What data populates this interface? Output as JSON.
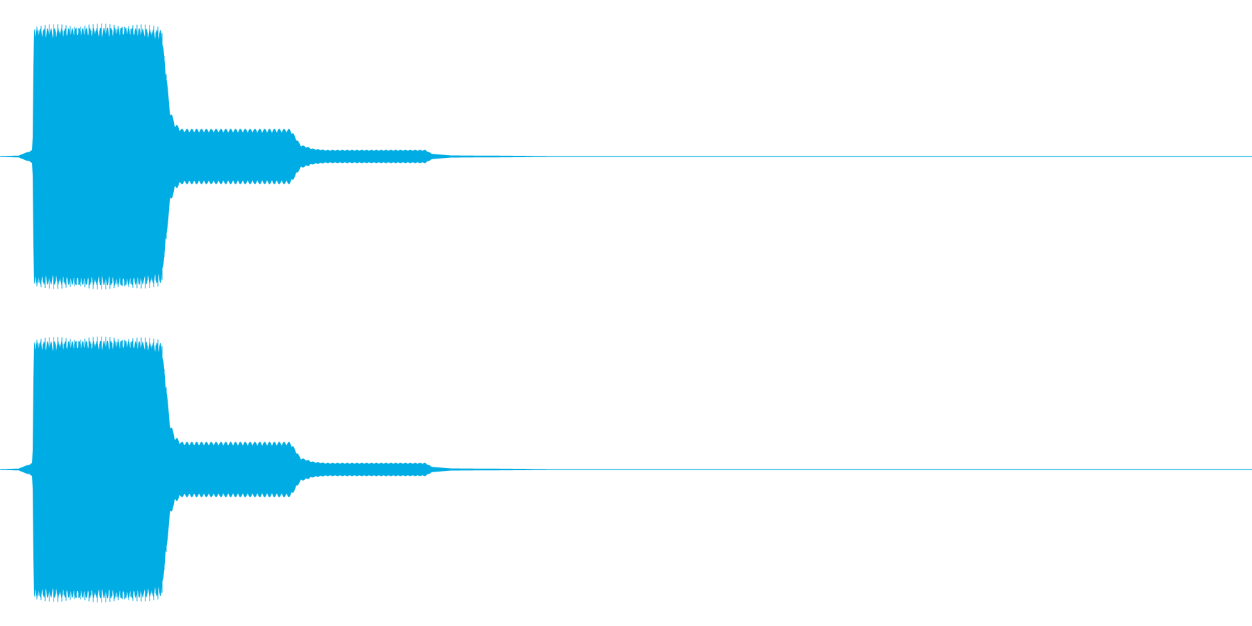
{
  "chart_data": {
    "type": "area",
    "title": "",
    "xlabel": "",
    "ylabel": "",
    "grid": false,
    "legend": "none",
    "colors": {
      "waveform": "#00ace4",
      "background": "#ffffff"
    },
    "ylim": [
      -1,
      1
    ],
    "xlim": [
      0,
      1
    ],
    "channels": [
      {
        "envelope_x": [
          0,
          0.015,
          0.026,
          0.027,
          0.1,
          0.129,
          0.133,
          0.136,
          0.14,
          0.145,
          0.2,
          0.232,
          0.236,
          0.24,
          0.25,
          0.26,
          0.34,
          0.345,
          0.36,
          0.4,
          0.42,
          0.44,
          0.46,
          1.0
        ],
        "envelope_amp": [
          0.003,
          0.007,
          0.05,
          0.97,
          0.98,
          0.96,
          0.6,
          0.35,
          0.25,
          0.21,
          0.21,
          0.21,
          0.15,
          0.09,
          0.06,
          0.05,
          0.05,
          0.02,
          0.008,
          0.006,
          0.005,
          0.003,
          0.001,
          0.001
        ]
      },
      {
        "envelope_x": [
          0,
          0.015,
          0.026,
          0.027,
          0.1,
          0.129,
          0.133,
          0.136,
          0.14,
          0.145,
          0.2,
          0.232,
          0.236,
          0.24,
          0.25,
          0.26,
          0.34,
          0.345,
          0.36,
          0.4,
          0.42,
          0.44,
          0.46,
          1.0
        ],
        "envelope_amp": [
          0.003,
          0.007,
          0.05,
          0.97,
          0.98,
          0.96,
          0.6,
          0.35,
          0.25,
          0.21,
          0.21,
          0.21,
          0.15,
          0.09,
          0.06,
          0.05,
          0.05,
          0.02,
          0.008,
          0.006,
          0.005,
          0.003,
          0.001,
          0.001
        ]
      }
    ]
  }
}
